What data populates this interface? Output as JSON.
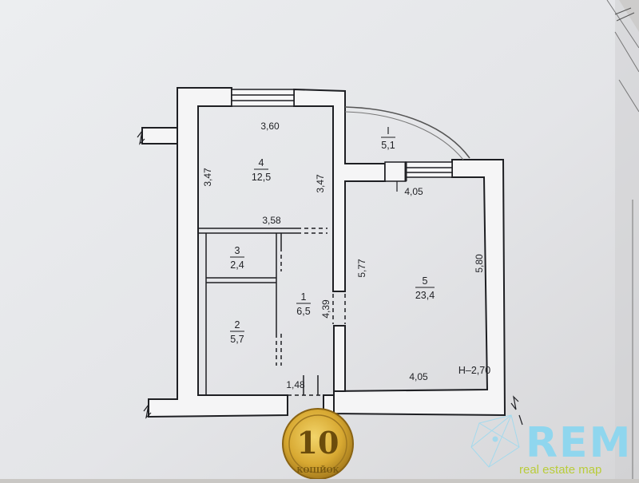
{
  "plan": {
    "rooms": [
      {
        "id": "4",
        "num": "4",
        "area": "12,5"
      },
      {
        "id": "3",
        "num": "3",
        "area": "2,4"
      },
      {
        "id": "2",
        "num": "2",
        "area": "5,7"
      },
      {
        "id": "1",
        "num": "1",
        "area": "6,5"
      },
      {
        "id": "5",
        "num": "5",
        "area": "23,4"
      },
      {
        "id": "balcony",
        "num": "I",
        "area": "5,1"
      }
    ],
    "dimensions": {
      "room4_width": "3,60",
      "room4_left_height": "3,47",
      "room4_right_height": "3,47",
      "partition_width": "3,58",
      "room5_top_width": "4,05",
      "room5_bottom_width": "4,05",
      "room5_left_height": "5,77",
      "room5_right_height": "5,80",
      "hall_height": "4,39",
      "entrance_width": "1,48"
    },
    "ceiling_height": "H–2,70"
  },
  "coin": {
    "denomination": "10",
    "unit_text": "КОПІЙОК"
  },
  "watermark": {
    "title": "REM",
    "subtitle": "real estate map"
  }
}
